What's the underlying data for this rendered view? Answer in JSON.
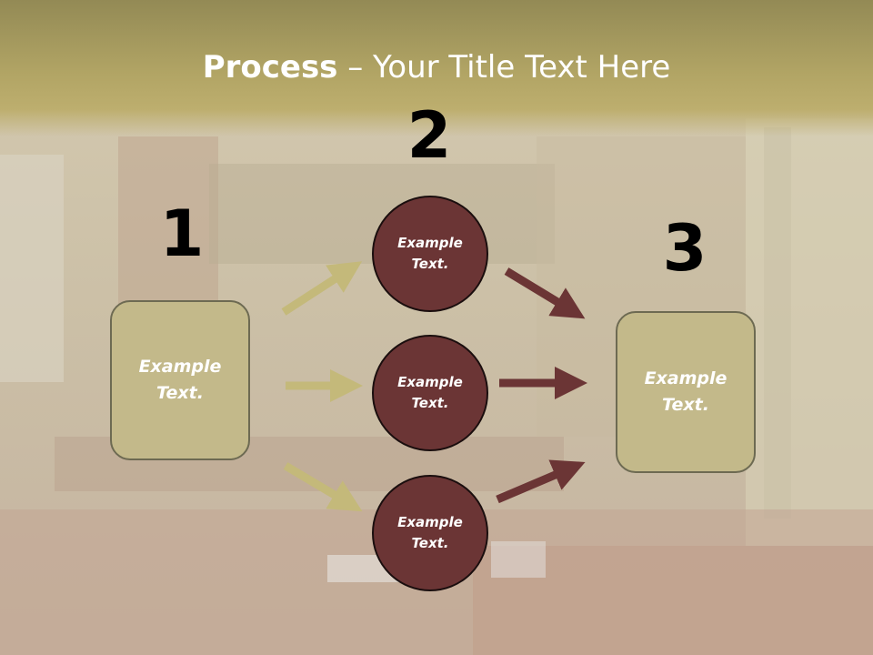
{
  "title": {
    "bold": "Process",
    "rest": " – Your Title Text Here"
  },
  "steps": [
    {
      "number": "1",
      "text": "Example\nText."
    },
    {
      "number": "2",
      "text": ""
    },
    {
      "number": "3",
      "text": "Example\nText."
    }
  ],
  "circles": [
    {
      "text": "Example\nText."
    },
    {
      "text": "Example\nText."
    },
    {
      "text": "Example\nText."
    }
  ],
  "colors": {
    "header": "#b2a565",
    "box_fill": "#c3b98a",
    "circle_fill": "#6b3535",
    "left_arrow": "#c4b97a",
    "right_arrow": "#6b3535"
  }
}
